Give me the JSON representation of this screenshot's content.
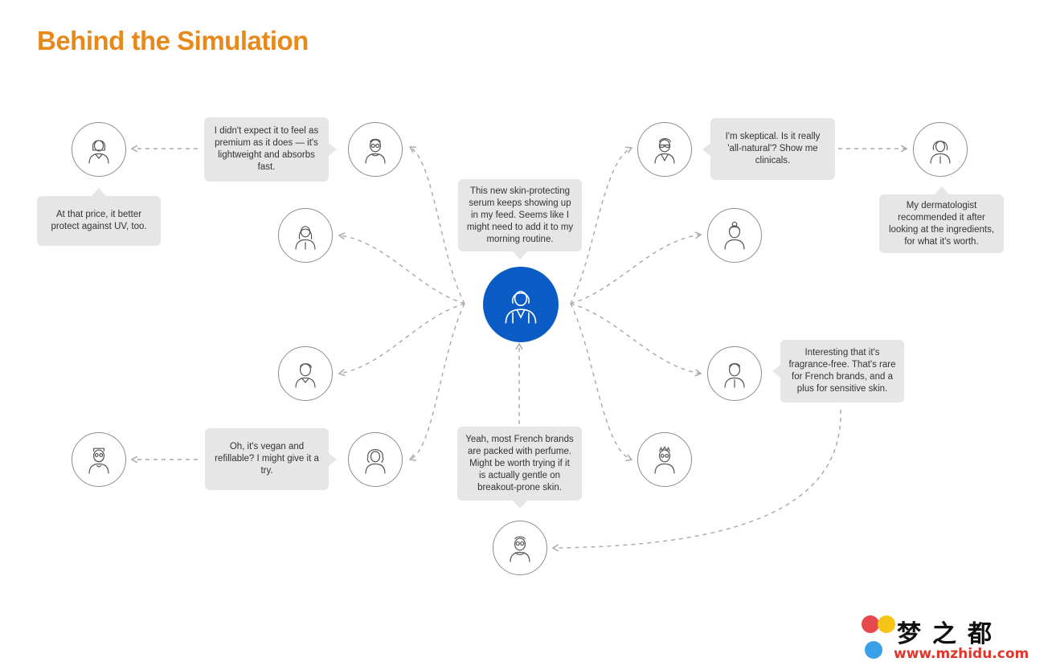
{
  "title": "Behind the Simulation",
  "center_quote": "This new skin-protecting serum keeps showing up in my feed. Seems like I might need to add it to my morning routine.",
  "quotes": {
    "premium": "I didn't expect it to feel as premium as it does — it's lightweight and absorbs fast.",
    "uv": "At that price, it better protect against UV, too.",
    "vegan": "Oh, it's vegan and refillable? I might give it a try.",
    "perfume": "Yeah, most French brands are packed with perfume. Might be worth trying if it is actually gentle on breakout-prone skin.",
    "skeptical": "I'm skeptical. Is it really 'all-natural'? Show me clinicals.",
    "dermatologist": "My dermatologist recommended it after looking at the ingredients, for what it's worth.",
    "fragrance": "Interesting that it's fragrance-free. That's rare for French brands, and a plus for sensitive skin."
  },
  "colors": {
    "title": "#e8891c",
    "center_node": "#0a5bc4",
    "bubble": "#e6e6e6",
    "connector": "#a8a8a8"
  },
  "watermark": {
    "logo_text": "梦之都",
    "url": "www.mzhidu.com"
  }
}
